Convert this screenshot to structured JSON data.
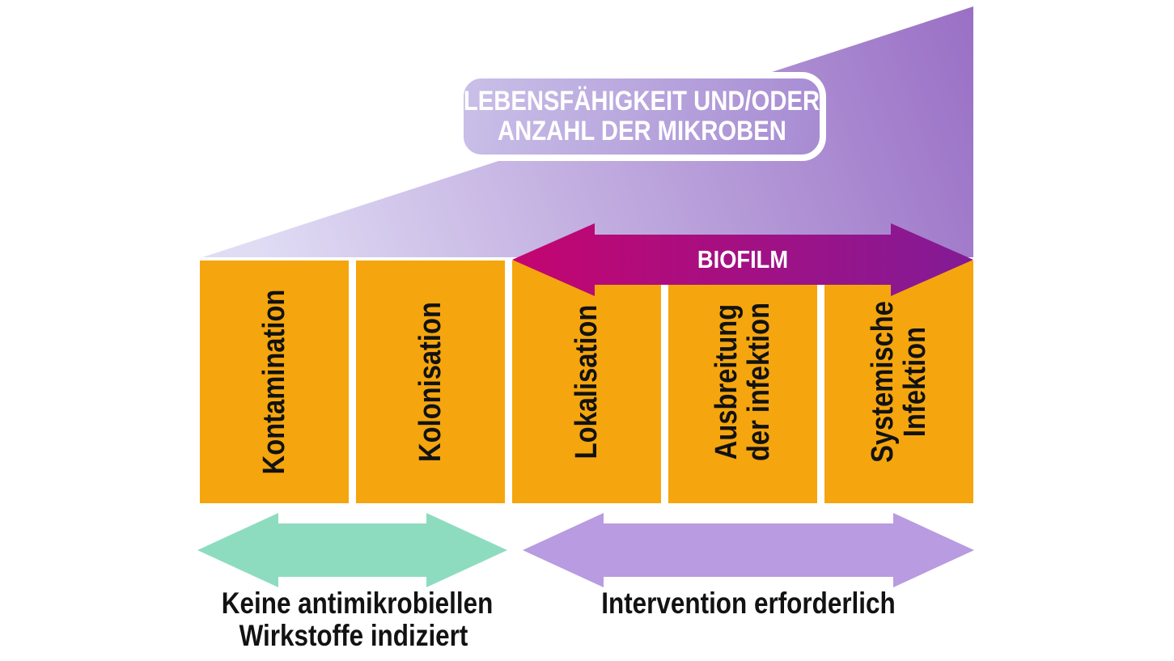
{
  "title": {
    "line1": "LEBENSFÄHIGKEIT UND/ODER",
    "line2": "ANZAHL DER MIKROBEN"
  },
  "biofilm": {
    "label": "BIOFILM"
  },
  "stages": [
    {
      "line1": "Kontamination",
      "line2": ""
    },
    {
      "line1": "Kolonisation",
      "line2": ""
    },
    {
      "line1": "Lokalisation",
      "line2": ""
    },
    {
      "line1": "Ausbreitung",
      "line2": "der infektion"
    },
    {
      "line1": "Systemische",
      "line2": "Infektion"
    }
  ],
  "captions": {
    "left_line1": "Keine antimikrobiellen",
    "left_line2": "Wirkstoffe indiziert",
    "right_line1": "Intervention erforderlich"
  },
  "colors": {
    "bar_orange": "#F5A50D",
    "wedge_light": "#E0DCF4",
    "wedge_dark": "#996FC5",
    "biofilm_left": "#C40570",
    "biofilm_right": "#821B96",
    "teal_arrow": "#8EDCC0",
    "purple_arrow": "#B89BE0",
    "title_box_light": "#C9C0E8",
    "title_box_dark": "#A78BD2",
    "text_dark": "#121212",
    "text_light": "#FFFFFF"
  }
}
